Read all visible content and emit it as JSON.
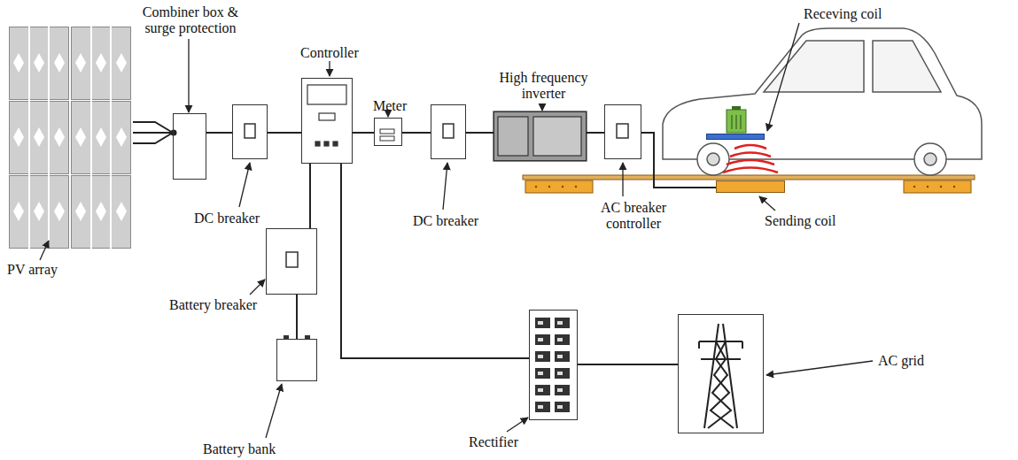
{
  "diagram": {
    "nodes": [
      {
        "text": [
          "PV array"
        ]
      },
      {
        "text": [
          "Combiner box & surge protection"
        ]
      },
      {
        "text": [
          "DC breaker"
        ]
      },
      {
        "text": [
          "Controller"
        ]
      },
      {
        "text": [
          "Meter"
        ]
      },
      {
        "text": [
          "DC breaker"
        ]
      },
      {
        "text": [
          "High frequency inverter"
        ]
      },
      {
        "text": [
          "AC breaker controller"
        ]
      },
      {
        "text": [
          "Receving coil"
        ]
      },
      {
        "text": [
          "Sending coil"
        ]
      },
      {
        "text": [
          "Battery breaker"
        ]
      },
      {
        "text": [
          "Battery bank"
        ]
      },
      {
        "text": [
          "Rectifier"
        ]
      },
      {
        "text": [
          "AC grid"
        ]
      }
    ],
    "edges": [
      {
        "from": 0,
        "to": 1,
        "arrow": "none"
      },
      {
        "from": 1,
        "to": 2,
        "arrow": "none"
      },
      {
        "from": 2,
        "to": 3,
        "arrow": "none"
      },
      {
        "from": 3,
        "to": 4,
        "arrow": "none"
      },
      {
        "from": 4,
        "to": 5,
        "arrow": "none"
      },
      {
        "from": 5,
        "to": 6,
        "arrow": "none"
      },
      {
        "from": 6,
        "to": 7,
        "arrow": "none"
      },
      {
        "from": 7,
        "to": 9,
        "arrow": "none"
      },
      {
        "from": 3,
        "to": 10,
        "arrow": "none"
      },
      {
        "from": 10,
        "to": 11,
        "arrow": "none"
      },
      {
        "from": 3,
        "to": 12,
        "arrow": "none"
      },
      {
        "from": 12,
        "to": 13,
        "arrow": "none"
      }
    ]
  }
}
